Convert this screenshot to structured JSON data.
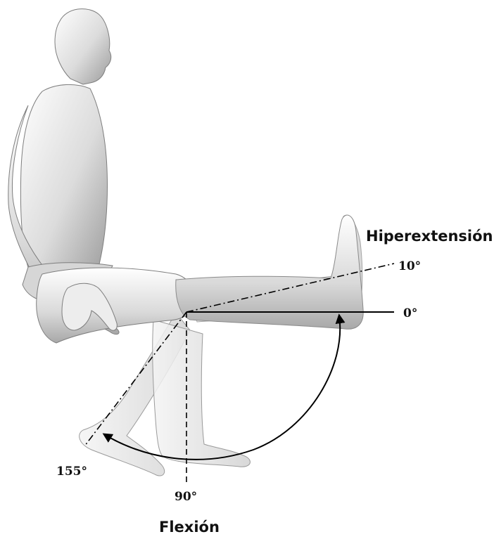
{
  "labels": {
    "hyperextension": "Hiperextensión",
    "flexion": "Flexión"
  },
  "angles": {
    "a10": "10°",
    "a0": "0°",
    "a90": "90°",
    "a155": "155°"
  },
  "figure": {
    "skin_light": "#f2f2f2",
    "skin_mid": "#c9c9c9",
    "skin_dark": "#8d8d8d",
    "line_color": "#000000"
  }
}
